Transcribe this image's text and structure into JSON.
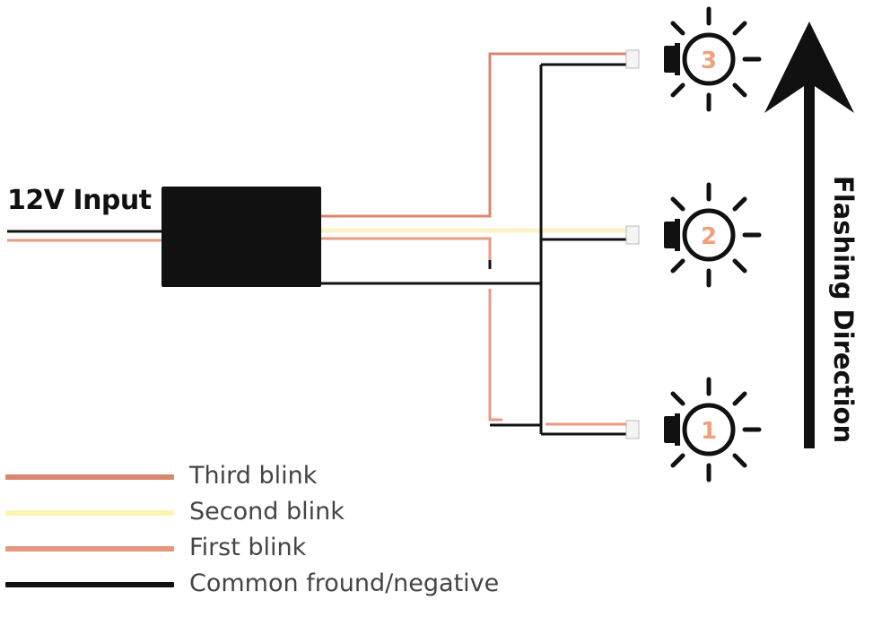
{
  "input_label": "12V Input",
  "direction_label": "Flashing Direction",
  "lamps": [
    {
      "number": "3"
    },
    {
      "number": "2"
    },
    {
      "number": "1"
    }
  ],
  "legend": [
    {
      "label": "Third blink",
      "color": "#d9876f"
    },
    {
      "label": "Second blink",
      "color": "#fff3b0"
    },
    {
      "label": "First blink",
      "color": "#e8977f"
    },
    {
      "label": "Common fround/negative",
      "color": "#111111"
    }
  ],
  "colors": {
    "third_wire": "#d9876f",
    "second_wire": "#fdf2c4",
    "first_wire": "#e89a82",
    "ground_wire": "#111111",
    "box": "#111111",
    "lamp_number": "#f0a07a"
  }
}
